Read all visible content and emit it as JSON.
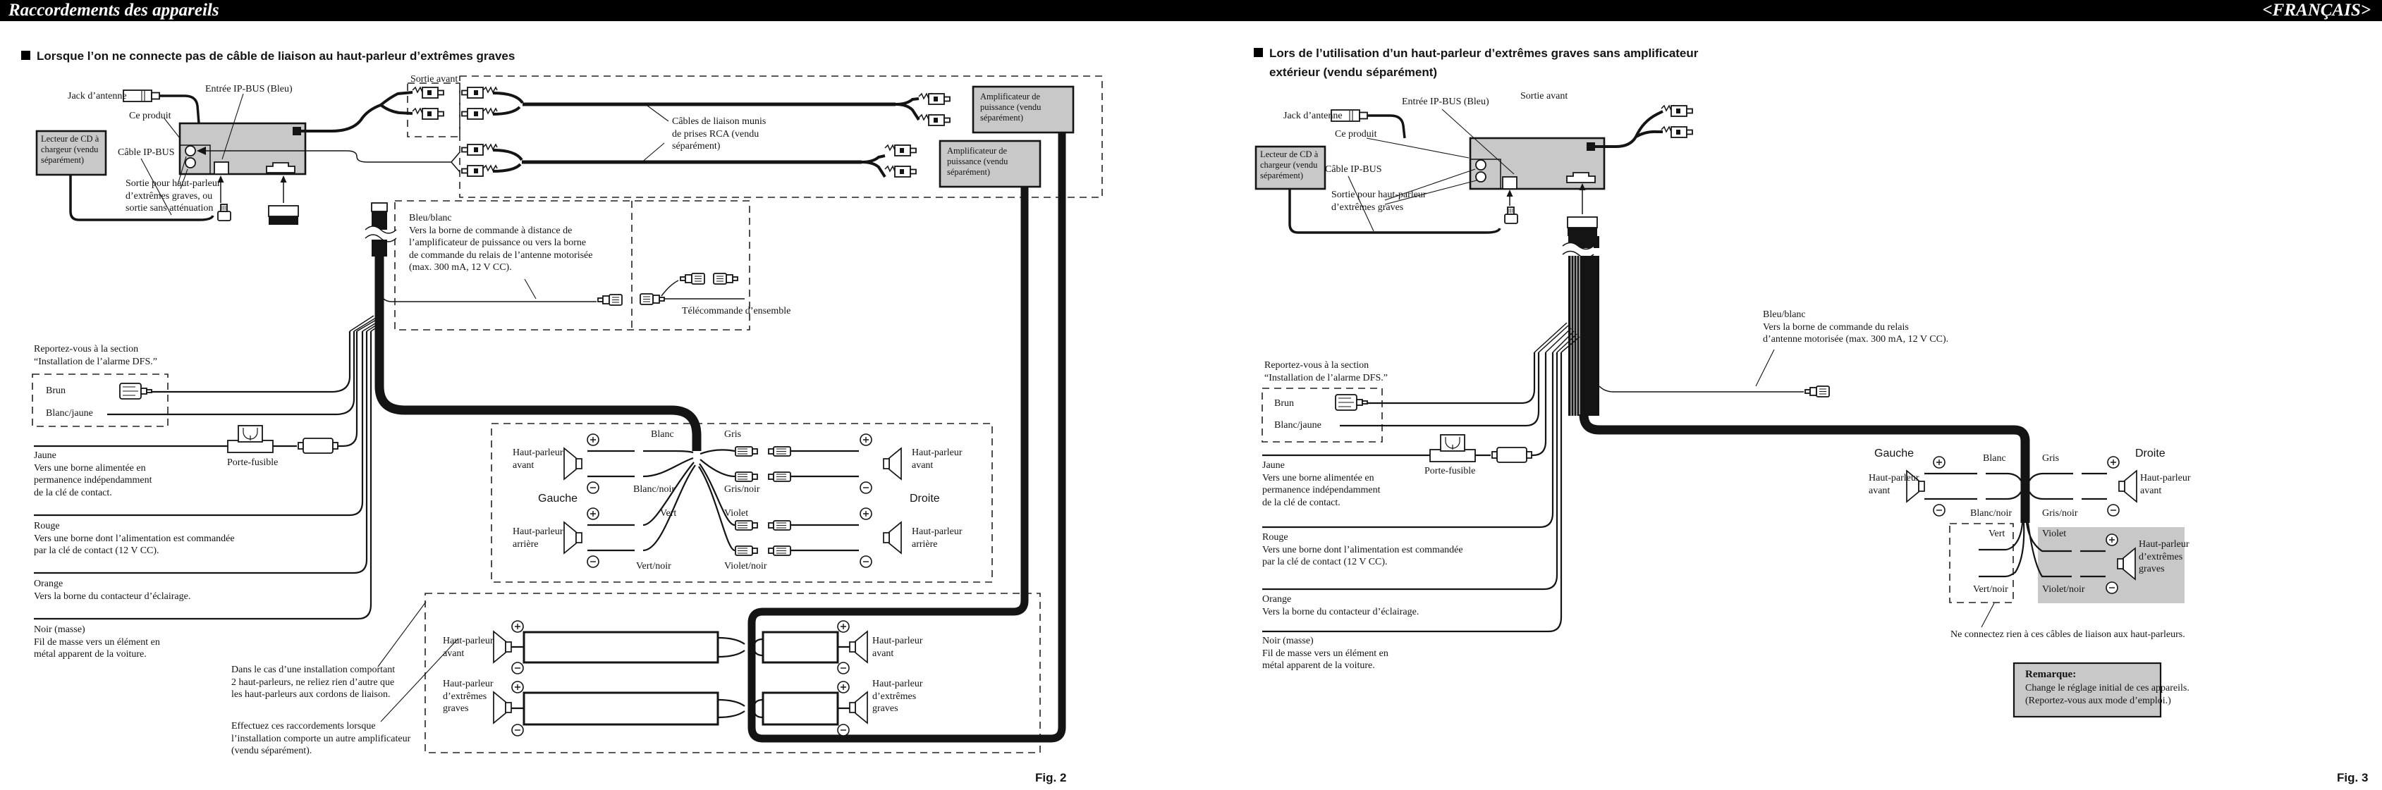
{
  "header": {
    "title": "Raccordements des appareils",
    "language_tag": "<FRANÇAIS>"
  },
  "common": {
    "jack_antenne": "Jack d’antenne",
    "entree_ip_bus": "Entrée IP-BUS (Bleu)",
    "sortie_avant": "Sortie avant",
    "ce_produit": "Ce produit",
    "lecteur_cd": "Lecteur de CD à chargeur (vendu séparément)",
    "cable_ip_bus": "Câble IP-BUS",
    "dfs_note": "Reportez-vous à la section\n“Installation de l’alarme DFS.”",
    "brun": "Brun",
    "blanc_jaune": "Blanc/jaune",
    "porte_fusible": "Porte-fusible",
    "jaune": "Jaune\nVers une borne alimentée en\npermanence indépendamment\nde la clé de contact.",
    "rouge": "Rouge\nVers une borne dont l’alimentation est commandée\npar la clé de contact (12 V CC).",
    "orange": "Orange\nVers la borne du contacteur d’éclairage.",
    "noir": "Noir (masse)\nFil de masse vers un élément en\nmétal apparent de la voiture.",
    "gauche": "Gauche",
    "droite": "Droite",
    "hp_avant": "Haut-parleur\navant",
    "hp_arriere": "Haut-parleur\narrière",
    "hp_graves": "Haut-parleur\nd’extrêmes\ngraves",
    "blanc": "Blanc",
    "blanc_noir": "Blanc/noir",
    "vert": "Vert",
    "vert_noir": "Vert/noir",
    "gris": "Gris",
    "gris_noir": "Gris/noir",
    "violet": "Violet",
    "violet_noir": "Violet/noir"
  },
  "fig2": {
    "section_title": "Lorsque l’on ne connecte pas de câble de liaison au haut-parleur d’extrêmes graves",
    "sortie_hp": "Sortie pour haut-parleur\nd’extrêmes graves, ou\nsortie sans atténuation",
    "cables_liaison": "Câbles de liaison munis\nde prises RCA (vendu\nséparément)",
    "amplificateur": "Amplificateur de\npuissance (vendu\nséparément)",
    "bleu_blanc": "Bleu/blanc\nVers la borne de commande à distance de\nl’amplificateur de puissance ou vers la borne\nde commande du relais de l’antenne motorisée\n(max. 300 mA, 12 V CC).",
    "telecommande": "Télécommande d’ensemble",
    "note_2hp": "Dans le cas d’une installation comportant\n2 haut-parleurs, ne reliez rien d’autre que\nles haut-parleurs aux cordons de liaison.",
    "note_amp": "Effectuez ces raccordements lorsque\nl’installation comporte un autre amplificateur\n(vendu séparément).",
    "fig_label": "Fig. 2"
  },
  "fig3": {
    "section_title": "Lors de l’utilisation d’un haut-parleur d’extrêmes graves sans amplificateur\nextérieur (vendu séparément)",
    "sortie_hp": "Sortie pour haut-parleur\nd’extrêmes graves",
    "bleu_blanc": "Bleu/blanc\nVers la borne de commande du relais\nd’antenne motorisée (max. 300 mA, 12 V CC).",
    "ne_connectez": "Ne connectez rien à ces câbles de liaison aux haut-parleurs.",
    "remarque_title": "Remarque:",
    "remarque_body": "Change le réglage initial de ces appareils.\n(Reportez-vous aux mode d’emploi.)",
    "fig_label": "Fig. 3"
  }
}
